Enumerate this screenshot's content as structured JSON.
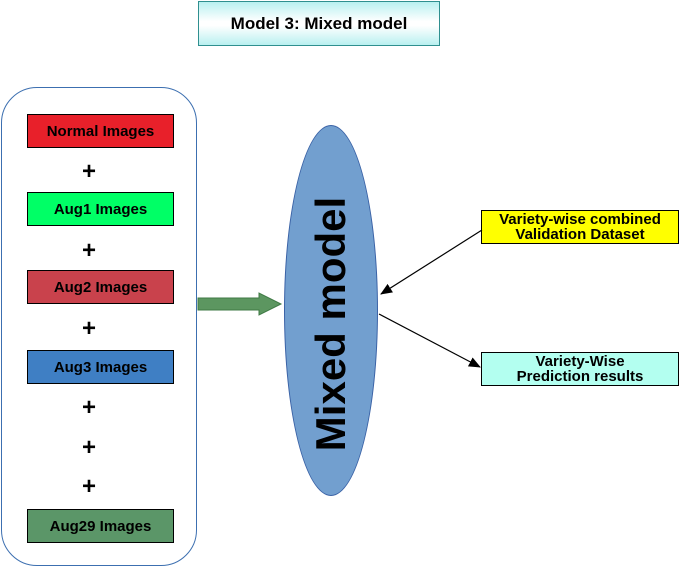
{
  "title": "Model 3: Mixed model",
  "inputs": [
    {
      "label": "Normal Images",
      "color": "#e8202a",
      "text_color": "#000000"
    },
    {
      "label": "Aug1 Images",
      "color": "#00ff66",
      "text_color": "#000000"
    },
    {
      "label": "Aug2 Images",
      "color": "#c9424c",
      "text_color": "#000000"
    },
    {
      "label": "Aug3 Images",
      "color": "#3f7fc4",
      "text_color": "#000000"
    },
    {
      "label": "Aug29 Images",
      "color": "#5b9668",
      "text_color": "#000000"
    }
  ],
  "plus_symbol": "+",
  "model": {
    "label": "Mixed model",
    "color": "#729fcf"
  },
  "arrow_to_model_color": "#5c9660",
  "validation_box": {
    "line1": "Variety-wise combined",
    "line2": "Validation Dataset",
    "color": "#ffff00"
  },
  "results_box": {
    "line1": "Variety-Wise",
    "line2": "Prediction results",
    "color": "#b3fff0"
  }
}
